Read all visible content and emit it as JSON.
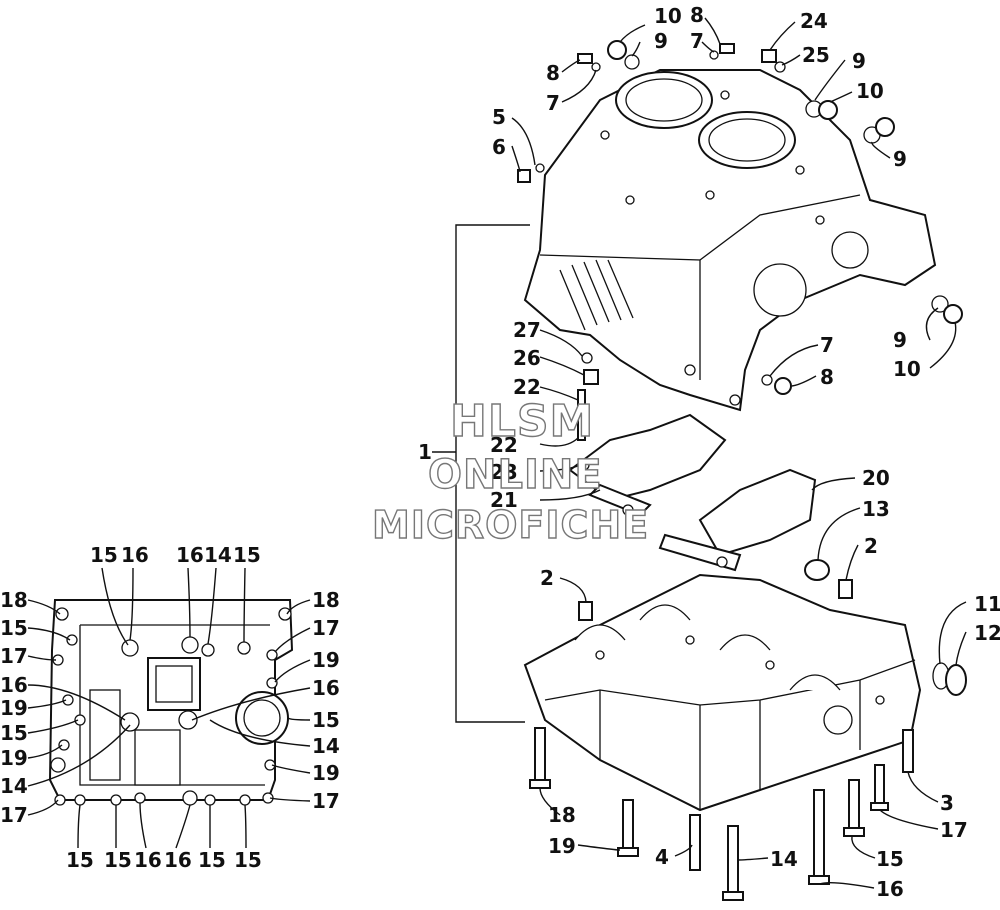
{
  "watermark": {
    "line1": "HLSM",
    "line2": "ONLINE",
    "line3": "MICROFICHE"
  },
  "callouts": {
    "c01": "1",
    "c02a": "2",
    "c02b": "2",
    "c03": "3",
    "c04": "4",
    "c05": "5",
    "c06": "6",
    "c07a": "7",
    "c07b": "7",
    "c07c": "7",
    "c08a": "8",
    "c08b": "8",
    "c08c": "8",
    "c09a": "9",
    "c09b": "9",
    "c09c": "9",
    "c09d": "9",
    "c10a": "10",
    "c10b": "10",
    "c10c": "10",
    "c11": "11",
    "c12": "12",
    "c13": "13",
    "c14": "14",
    "c15a": "15",
    "c15b": "15",
    "c16": "16",
    "c17": "17",
    "c18": "18",
    "c19": "19",
    "c20": "20",
    "c21": "21",
    "c22a": "22",
    "c22b": "22",
    "c23": "23",
    "c24": "24",
    "c25": "25",
    "c26": "26",
    "c27": "27"
  },
  "bottom_view": {
    "top_row": [
      "15",
      "16",
      "16",
      "14",
      "15"
    ],
    "left_col": [
      "18",
      "15",
      "17",
      "16",
      "19",
      "15",
      "19",
      "14",
      "17"
    ],
    "right_col": [
      "18",
      "17",
      "19",
      "16",
      "15",
      "14",
      "19",
      "17"
    ],
    "bottom_row": [
      "15",
      "15",
      "16",
      "16",
      "15",
      "15"
    ]
  }
}
